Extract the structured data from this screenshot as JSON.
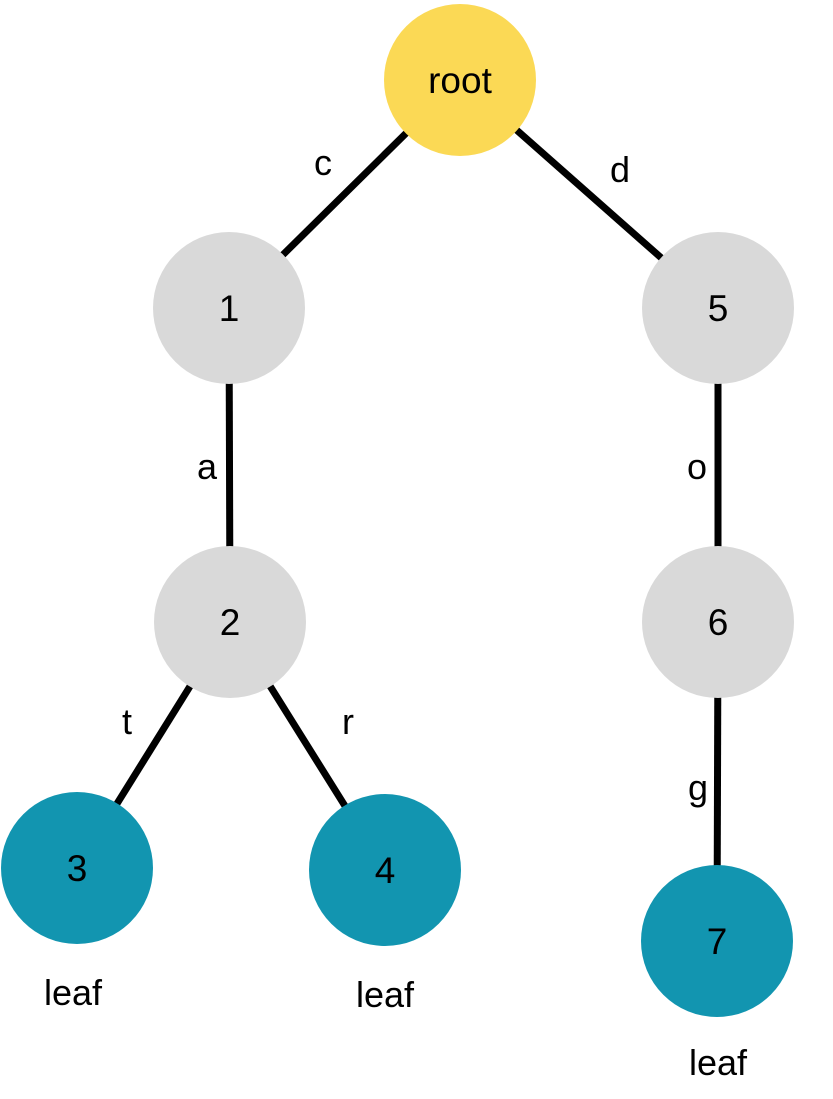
{
  "diagram": {
    "kind": "trie-tree",
    "nodes": [
      {
        "id": "root",
        "label": "root",
        "type": "root"
      },
      {
        "id": "1",
        "label": "1",
        "type": "internal"
      },
      {
        "id": "2",
        "label": "2",
        "type": "internal"
      },
      {
        "id": "3",
        "label": "3",
        "type": "leaf",
        "caption": "leaf"
      },
      {
        "id": "4",
        "label": "4",
        "type": "leaf",
        "caption": "leaf"
      },
      {
        "id": "5",
        "label": "5",
        "type": "internal"
      },
      {
        "id": "6",
        "label": "6",
        "type": "internal"
      },
      {
        "id": "7",
        "label": "7",
        "type": "leaf",
        "caption": "leaf"
      }
    ],
    "edges": [
      {
        "from": "root",
        "to": "1",
        "label": "c"
      },
      {
        "from": "root",
        "to": "5",
        "label": "d"
      },
      {
        "from": "1",
        "to": "2",
        "label": "a"
      },
      {
        "from": "2",
        "to": "3",
        "label": "t"
      },
      {
        "from": "2",
        "to": "4",
        "label": "r"
      },
      {
        "from": "5",
        "to": "6",
        "label": "o"
      },
      {
        "from": "6",
        "to": "7",
        "label": "g"
      }
    ],
    "colors": {
      "root_fill": "#FBD955",
      "internal_fill": "#D9D9D9",
      "leaf_fill": "#1295B0",
      "edge_stroke": "#000000",
      "text": "#000000",
      "background": "#FFFFFF"
    }
  }
}
